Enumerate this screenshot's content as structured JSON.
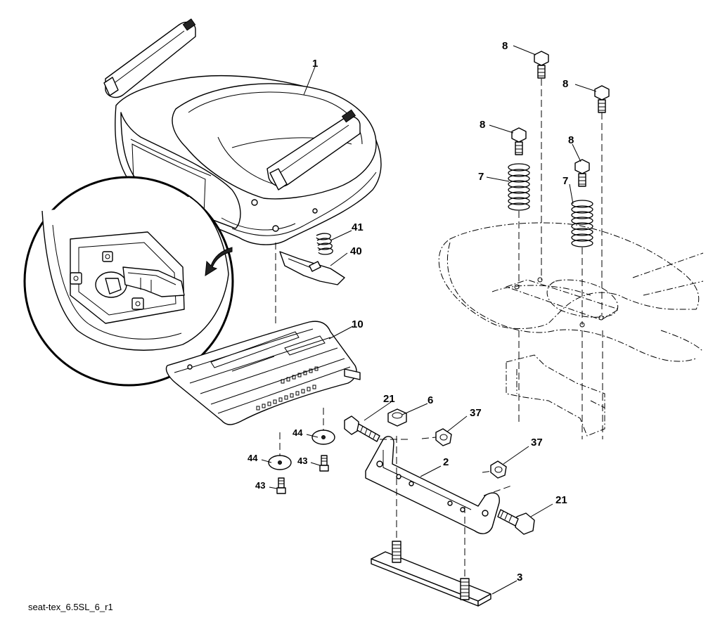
{
  "figure_id": "seat-tex_6.5SL_6_r1",
  "callouts": {
    "seat": "1",
    "bracket": "2",
    "base_strip": "3",
    "nut_center": "6",
    "spring_left": "7",
    "spring_right": "7",
    "bolt_top_center": "8",
    "bolt_top_right": "8",
    "bolt_mid_left": "8",
    "bolt_mid_right": "8",
    "seat_pan": "10",
    "bolt_left": "21",
    "bolt_right": "21",
    "nut_upper": "37",
    "nut_lower": "37",
    "clip": "40",
    "small_spring": "41",
    "screw_right": "43",
    "screw_left": "43",
    "washer_right": "44",
    "washer_left": "44"
  }
}
